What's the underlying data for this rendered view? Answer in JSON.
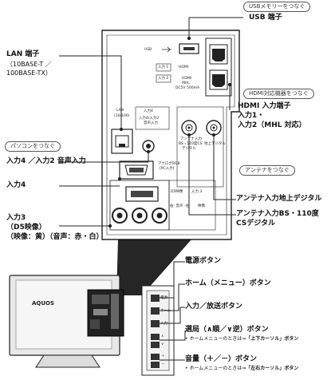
{
  "callouts": {
    "usb_pill": "USBメモリーをつなぐ",
    "usb_port": "USB 端子",
    "hdmi_pill": "HDMI対応機器をつなぐ",
    "hdmi_line1": "HDMI 入力端子",
    "hdmi_line2": "入力1・",
    "hdmi_line3": "入力2（MHL 対応）",
    "lan_line1": "LAN 端子",
    "lan_line2": "（10BASE-T ／",
    "lan_line3": "100BASE-TX）",
    "pc_pill": "パソコンをつなぐ",
    "audio_in": "入力4 ／入力2 音声入力",
    "input4": "入力4",
    "antenna_pill": "アンテナをつなぐ",
    "ant_terrestrial": "アンテナ入力地上デジタル",
    "ant_bs_line1": "アンテナ入力BS・110度",
    "ant_bs_line2": "CSデジタル",
    "input3_line1": "入力3",
    "input3_line2": "（D5映像）",
    "input3_line3": "（映像：黄）（音声：赤・白）",
    "power": "電源ボタン",
    "home": "ホーム（メニュー）ボタン",
    "input_broadcast": "入力／放送ボタン",
    "channel": "選局（∧順／∨逆）ボタン",
    "channel_note_pre": "• ホームメニューのときは⇒",
    "channel_note_em": "「上下カーソル」",
    "channel_note_post": "ボタン",
    "volume": "音量（＋／－）ボタン",
    "volume_note_pre": "• ホームメニューのときは⇒",
    "volume_note_em": "「左右カーソル」",
    "volume_note_post": "ボタン"
  },
  "panel_text": {
    "usb": "USB",
    "input1": "入力 1",
    "input2": "入力 2",
    "hdmi": "HDMI",
    "mhl_line1": "HDMI",
    "mhl_line2": "MHL",
    "mhl_line3": "DC5V 500mA",
    "lan_line1": "LAN",
    "lan_line2": "(10/100)",
    "audio_line1": "入力4",
    "audio_line2": "入力4/入力2",
    "audio_line3": "音声入力",
    "ant_line1": "アンテナ入力",
    "ant_line2": "BS・110度CS",
    "ant_line3": "デジタル",
    "ant_right": "地上デジタル",
    "analog_rgb_line1": "アナログRGB",
    "analog_rgb_line2": "(PC入力)",
    "d5": "D5映像",
    "input3": "入力 3",
    "audio_lr": "右- 音声 -左",
    "video": "映像"
  },
  "tv": {
    "brand": "AQUOS"
  },
  "buttons": [
    "電源",
    "ホーム",
    "入力",
    "∧",
    "∨",
    "＋",
    "－"
  ]
}
